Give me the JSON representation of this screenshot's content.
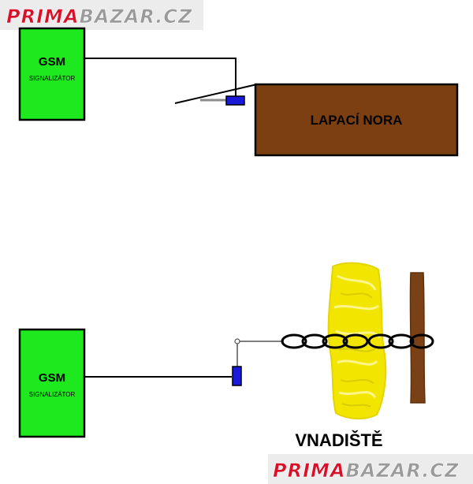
{
  "watermark": {
    "brand_part1": "PRIMA",
    "brand_part2": "BAZAR",
    "brand_suffix": ".CZ"
  },
  "top_setup": {
    "gsm_title": "GSM",
    "gsm_subtitle": "SIGNALIZÁTOR",
    "trap_label": "LAPACÍ NORA"
  },
  "bottom_setup": {
    "gsm_title": "GSM",
    "gsm_subtitle": "SIGNALIZÁTOR",
    "bait_label": "VNADIŠTĚ"
  },
  "colors": {
    "gsm_box": "#1ee81e",
    "trap_box": "#7b3f12",
    "post": "#7a4116",
    "sensor": "#1a1ad8",
    "bait": "#f2e600",
    "watermark_red": "#d8102a",
    "watermark_grey": "#9a9a9a"
  }
}
